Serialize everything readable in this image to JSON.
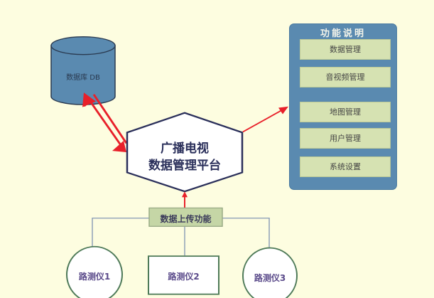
{
  "database": {
    "label": "数据库 DB"
  },
  "platform": {
    "line1": "广播电视",
    "line2": "数据管理平台"
  },
  "features": {
    "title": "功能说明",
    "items": [
      "数据管理",
      "音视频管理",
      "地图管理",
      "用户管理",
      "系统设置"
    ]
  },
  "upload": {
    "label": "数据上传功能"
  },
  "devices": [
    "路测仪1",
    "路测仪2",
    "路测仪3"
  ],
  "colors": {
    "background": "#fdfde0",
    "panel": "#5a8ab0",
    "item": "#d6e2b2",
    "arrow": "#e8202a",
    "outline": "#2a2f5a",
    "device": "#4e7a58"
  }
}
